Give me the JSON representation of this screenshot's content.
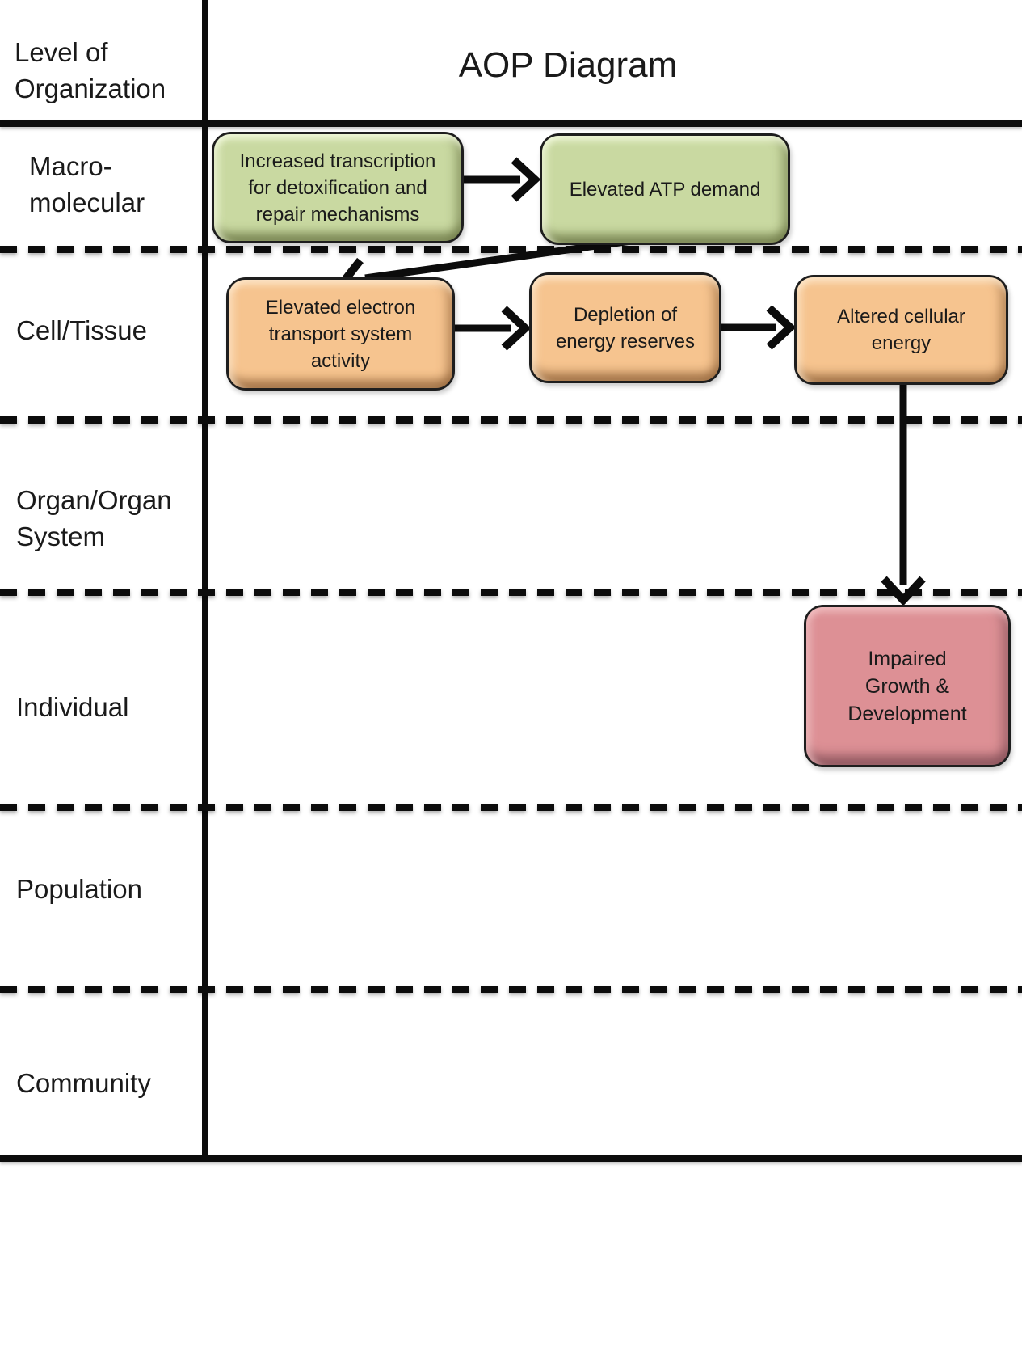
{
  "header": {
    "level_column_label": "Level of\nOrganization",
    "title": "AOP Diagram"
  },
  "levels": [
    "Macro-\nmolecular",
    "Cell/Tissue",
    "Organ/Organ\nSystem",
    "Individual",
    "Population",
    "Community"
  ],
  "nodes": [
    {
      "id": "increased-transcription",
      "label": "Increased transcription\nfor detoxification and\nrepair mechanisms",
      "level": "Macro-molecular",
      "fill": "#c9d9a1"
    },
    {
      "id": "elevated-atp-demand",
      "label": "Elevated ATP demand",
      "level": "Macro-molecular",
      "fill": "#c9d9a1"
    },
    {
      "id": "elevated-ets-activity",
      "label": "Elevated electron\ntransport system\nactivity",
      "level": "Cell/Tissue",
      "fill": "#f6c48f"
    },
    {
      "id": "energy-reserve-depletion",
      "label": "Depletion of\nenergy reserves",
      "level": "Cell/Tissue",
      "fill": "#f6c48f"
    },
    {
      "id": "altered-cellular-energy",
      "label": "Altered cellular\nenergy",
      "level": "Cell/Tissue",
      "fill": "#f6c48f"
    },
    {
      "id": "impaired-growth-development",
      "label": "Impaired\nGrowth &\nDevelopment",
      "level": "Individual",
      "fill": "#dd9095"
    }
  ],
  "edges": [
    {
      "from": "increased-transcription",
      "to": "elevated-atp-demand"
    },
    {
      "from": "elevated-atp-demand",
      "to": "elevated-ets-activity"
    },
    {
      "from": "elevated-ets-activity",
      "to": "energy-reserve-depletion"
    },
    {
      "from": "energy-reserve-depletion",
      "to": "altered-cellular-energy"
    },
    {
      "from": "altered-cellular-energy",
      "to": "impaired-growth-development"
    }
  ],
  "colors": {
    "line": "#0c0c0c",
    "node_border": "#1e1e1e",
    "green_fill": "#c9d9a1",
    "orange_fill": "#f6c48f",
    "red_fill": "#dd9095",
    "text": "#1a1a1a"
  }
}
